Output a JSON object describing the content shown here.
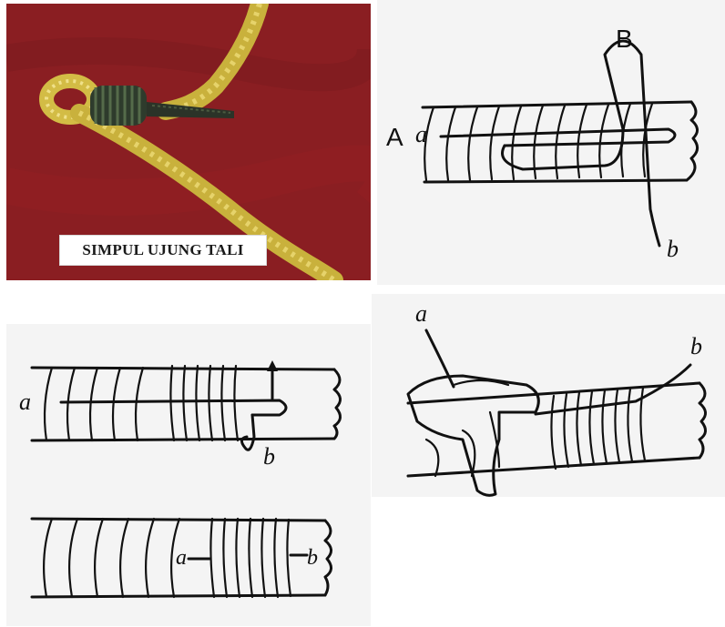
{
  "photo": {
    "caption": "SIMPUL UJUNG TALI"
  },
  "step1": {
    "label_A": "A",
    "label_a": "a",
    "label_B": "B",
    "label_b": "b"
  },
  "step2": {
    "label_a": "a",
    "label_b": "b"
  },
  "step3": {
    "label_a": "a",
    "label_b": "b"
  },
  "step4": {
    "label_a": "a",
    "label_b": "b"
  },
  "colors": {
    "photo_background": "#8a1e22",
    "rope_yellow": "#d8c24a",
    "whipping_dark": "#2e3b2c",
    "drawing_background": "#f4f4f4",
    "ink": "#111111"
  }
}
